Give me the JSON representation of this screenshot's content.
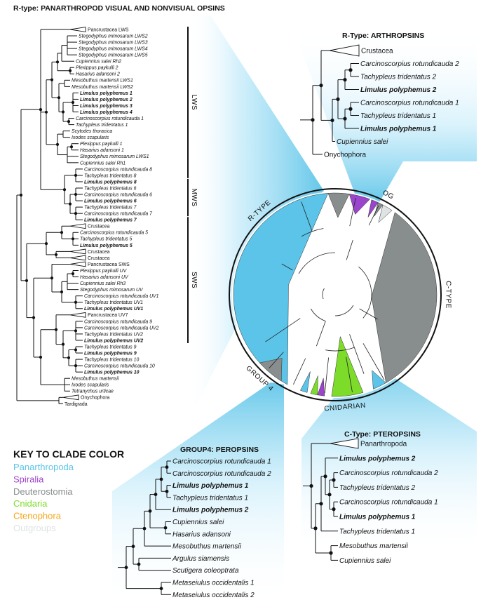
{
  "colors": {
    "panarthropoda": "#5bc4e8",
    "spiralia": "#9a45cc",
    "deuterostomia": "#888d8d",
    "cnidaria": "#7ddc2a",
    "ctenophora": "#f4a71c",
    "outgroups": "#dfe3e4",
    "highlight": "#bfe8f8"
  },
  "main_tree": {
    "title": "R-type: PANARTHROPOD VISUAL AND NONVISUAL OPSINS",
    "groups": [
      {
        "label": "LWS",
        "start": 0,
        "end": 23
      },
      {
        "label": "MWS",
        "start": 24,
        "end": 29
      },
      {
        "label": "SWS",
        "start": 30,
        "end": 49
      }
    ],
    "leaves": [
      {
        "label": "Pancrustacea LWS",
        "bold": false,
        "plain": true,
        "clade": true
      },
      {
        "label": "Stegodyphus mimosarum LWS2",
        "bold": false
      },
      {
        "label": "Stegodyphus mimosarum LWS3",
        "bold": false
      },
      {
        "label": "Stegodyphus mimosarum LWS4",
        "bold": false
      },
      {
        "label": "Stegodyphus mimosarum LWS5",
        "bold": false
      },
      {
        "label": "Cupiennius salei Rh2",
        "bold": false
      },
      {
        "label": "Plexippus paykulli 2",
        "bold": false
      },
      {
        "label": "Hasarius adansoni 2",
        "bold": false
      },
      {
        "label": "Mesobuthus martensii LWS1",
        "bold": false
      },
      {
        "label": "Mesobuthus martensii LWS2",
        "bold": false
      },
      {
        "label": "Limulus polyphemus  1",
        "bold": true
      },
      {
        "label": "Limulus polyphemus  2",
        "bold": true
      },
      {
        "label": "Limulus polyphemus  3",
        "bold": true
      },
      {
        "label": "Limulus polyphemus  4",
        "bold": true
      },
      {
        "label": "Carcinoscorpius rotundicauda 1",
        "bold": false
      },
      {
        "label": "Tachypleus tridentatus 1",
        "bold": false
      },
      {
        "label": "Scytodes thoracica",
        "bold": false
      },
      {
        "label": "Ixodes scapularis",
        "bold": false
      },
      {
        "label": "Plexippus paykulli 1",
        "bold": false
      },
      {
        "label": "Hasarius adansoni 1",
        "bold": false
      },
      {
        "label": "Stegodyphus mimosarum LWS1",
        "bold": false
      },
      {
        "label": "Cupiennius salei Rh1",
        "bold": false
      },
      {
        "label": "Carcinoscorpius rotundicauda 8",
        "bold": false
      },
      {
        "label": "Tachypleus tridentatus 8",
        "bold": false
      },
      {
        "label": "Limulus polyphemus  8",
        "bold": true
      },
      {
        "label": "Tachypleus tridentatus 6",
        "bold": false
      },
      {
        "label": "Carcinoscorpius rotundicauda 6",
        "bold": false
      },
      {
        "label": "Limulus polyphemus  6",
        "bold": true
      },
      {
        "label": "Tachypleus tridentatus 7",
        "bold": false
      },
      {
        "label": "Carcinoscorpius rotundicauda 7",
        "bold": false
      },
      {
        "label": "Limulus polyphemus  7",
        "bold": true
      },
      {
        "label": "Crustacea",
        "bold": false,
        "plain": true,
        "clade": true
      },
      {
        "label": "Carcinoscorpius rotundicauda 5",
        "bold": false
      },
      {
        "label": "Tachypleus tridentatus 5",
        "bold": false
      },
      {
        "label": "Limulus polyphemus  5",
        "bold": true
      },
      {
        "label": "Crustacea",
        "bold": false,
        "plain": true,
        "clade": true
      },
      {
        "label": "Crustacea",
        "bold": false,
        "plain": true,
        "clade": true
      },
      {
        "label": "Pancrustacea SWS",
        "bold": false,
        "plain": true,
        "clade": true
      },
      {
        "label": "Plexippus paykulli UV",
        "bold": false
      },
      {
        "label": "Hasarius adansoni UV",
        "bold": false
      },
      {
        "label": "Cupiennius salei Rh3",
        "bold": false
      },
      {
        "label": "Stegodyphus mimosarum UV",
        "bold": false
      },
      {
        "label": "Carcinoscorpius rotundicauda UV1",
        "bold": false
      },
      {
        "label": "Tachypleus tridentatus UV1",
        "bold": false
      },
      {
        "label": "Limulus polyphemus  UV1",
        "bold": true
      },
      {
        "label": "Pancrustacea UV7",
        "bold": false,
        "plain": true,
        "clade": true
      },
      {
        "label": "Carcinoscorpius rotundicauda 9",
        "bold": false
      },
      {
        "label": "Carcinoscorpius rotundicauda UV2",
        "bold": false
      },
      {
        "label": "Tachypleus tridentatus UV2",
        "bold": false
      },
      {
        "label": "Limulus polyphemus  UV2",
        "bold": true
      },
      {
        "label": "Tachypleus tridentatus 9",
        "bold": false
      },
      {
        "label": "Limulus polyphemus  9",
        "bold": true
      },
      {
        "label": "Tachypleus tridentatus 10",
        "bold": false
      },
      {
        "label": "Carcinoscorpius rotundicauda 10",
        "bold": false
      },
      {
        "label": "Limulus polyphemus  10",
        "bold": true
      },
      {
        "label": "Mesobuthus martensii",
        "bold": false
      },
      {
        "label": "Ixodes scapularis",
        "bold": false
      },
      {
        "label": "Tetranychus urticae",
        "bold": false
      },
      {
        "label": "Onychophora",
        "bold": false,
        "plain": true,
        "clade": true
      },
      {
        "label": "Tardigrada",
        "bold": false,
        "plain": true
      }
    ]
  },
  "arthropsins": {
    "title": "R-Type: ARTHROPSINS",
    "leaves": [
      {
        "label": "Crustacea",
        "bold": false,
        "plain": true,
        "clade": true
      },
      {
        "label": "Carcinoscorpius rotundicauda 2",
        "bold": false
      },
      {
        "label": "Tachypleus tridentatus 2",
        "bold": false
      },
      {
        "label": "Limulus polyphemus 2",
        "bold": true
      },
      {
        "label": "Carcinoscorpius rotundicauda 1",
        "bold": false
      },
      {
        "label": "Tachypleus tridentatus 1",
        "bold": false
      },
      {
        "label": "Limulus polyphemus 1",
        "bold": true
      },
      {
        "label": "Cupiennius salei",
        "bold": false
      },
      {
        "label": "Onychophora",
        "bold": false,
        "plain": true
      }
    ]
  },
  "peropsins": {
    "title": "GROUP4:  PEROPSINS",
    "leaves": [
      {
        "label": "Carcinoscorpius rotundicauda 1",
        "bold": false
      },
      {
        "label": "Carcinoscorpius rotundicauda 2",
        "bold": false
      },
      {
        "label": "Limulus polyphemus 1",
        "bold": true
      },
      {
        "label": "Tachypleus tridentatus 1",
        "bold": false
      },
      {
        "label": "Limulus polyphemus 2",
        "bold": true
      },
      {
        "label": "Cupiennius salei",
        "bold": false
      },
      {
        "label": "Hasarius adansoni",
        "bold": false
      },
      {
        "label": "Mesobuthus martensii",
        "bold": false
      },
      {
        "label": "Argulus siamensis",
        "bold": false
      },
      {
        "label": "Scutigera coleoptrata",
        "bold": false
      },
      {
        "label": "Metaseiulus occidentalis 1",
        "bold": false
      },
      {
        "label": "Metaseiulus occidentalis 2",
        "bold": false
      }
    ]
  },
  "pteropsins": {
    "title": "C-Type: PTEROPSINS",
    "leaves": [
      {
        "label": "Panarthropoda",
        "bold": false,
        "plain": true,
        "clade": true
      },
      {
        "label": "Limulus polyphemus 2",
        "bold": true
      },
      {
        "label": "Carcinoscorpius rotundicauda 2",
        "bold": false
      },
      {
        "label": "Tachypleus tridentatus 2",
        "bold": false
      },
      {
        "label": "Carcinoscorpius rotundicauda 1",
        "bold": false
      },
      {
        "label": "Limulus polyphemus 1",
        "bold": true
      },
      {
        "label": "Tachypleus tridentatus 1",
        "bold": false
      },
      {
        "label": "Mesobuthus martensii",
        "bold": false
      },
      {
        "label": "Cupiennius salei",
        "bold": false
      }
    ]
  },
  "circle_labels": {
    "rtype": "R-TYPE",
    "og": "OG",
    "ctype": "C-TYPE",
    "cnidarian": "CNIDARIAN",
    "group4": "GROUP 4"
  },
  "key": {
    "title": "KEY TO CLADE COLOR",
    "items": [
      {
        "label": "Panarthropoda",
        "color": "#5bc4e8"
      },
      {
        "label": "Spiralia",
        "color": "#9a45cc"
      },
      {
        "label": "Deuterostomia",
        "color": "#888d8d"
      },
      {
        "label": "Cnidaria",
        "color": "#7ddc2a"
      },
      {
        "label": "Ctenophora",
        "color": "#f4a71c"
      },
      {
        "label": "Outgroups",
        "color": "#dfe3e4"
      }
    ]
  }
}
